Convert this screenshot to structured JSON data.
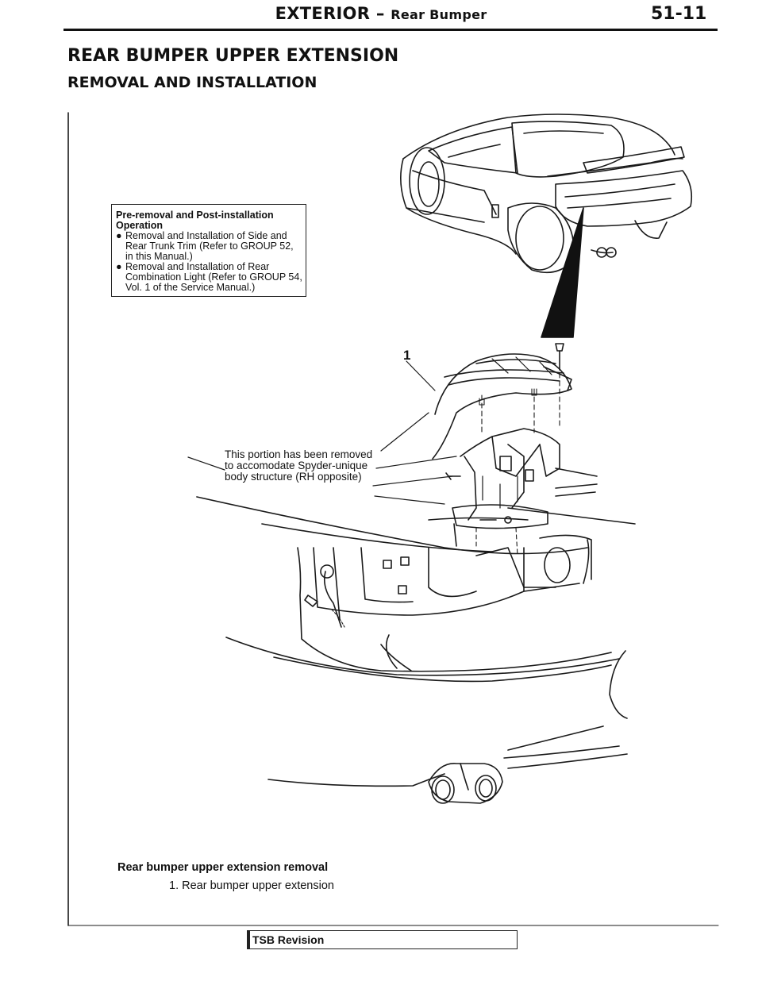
{
  "header": {
    "section": "EXTERIOR",
    "dash": "–",
    "subsection": "Rear Bumper",
    "page_number": "51-11"
  },
  "title": "REAR BUMPER UPPER EXTENSION",
  "subtitle": "REMOVAL AND INSTALLATION",
  "note_box": {
    "heading": "Pre-removal and Post-installation Operation",
    "items": [
      "Removal and Installation of Side and Rear Trunk Trim (Refer to GROUP 52, in this Manual.)",
      "Removal and Installation of Rear Combination Light (Refer to GROUP 54, Vol. 1 of the Service Manual.)"
    ]
  },
  "callout": "This portion has been removed to accomodate Spyder-unique body structure (RH opposite)",
  "part_label": "1",
  "caption": {
    "title": "Rear bumper upper extension removal",
    "item": "1. Rear bumper upper extension"
  },
  "footer": {
    "label": "TSB Revision"
  }
}
